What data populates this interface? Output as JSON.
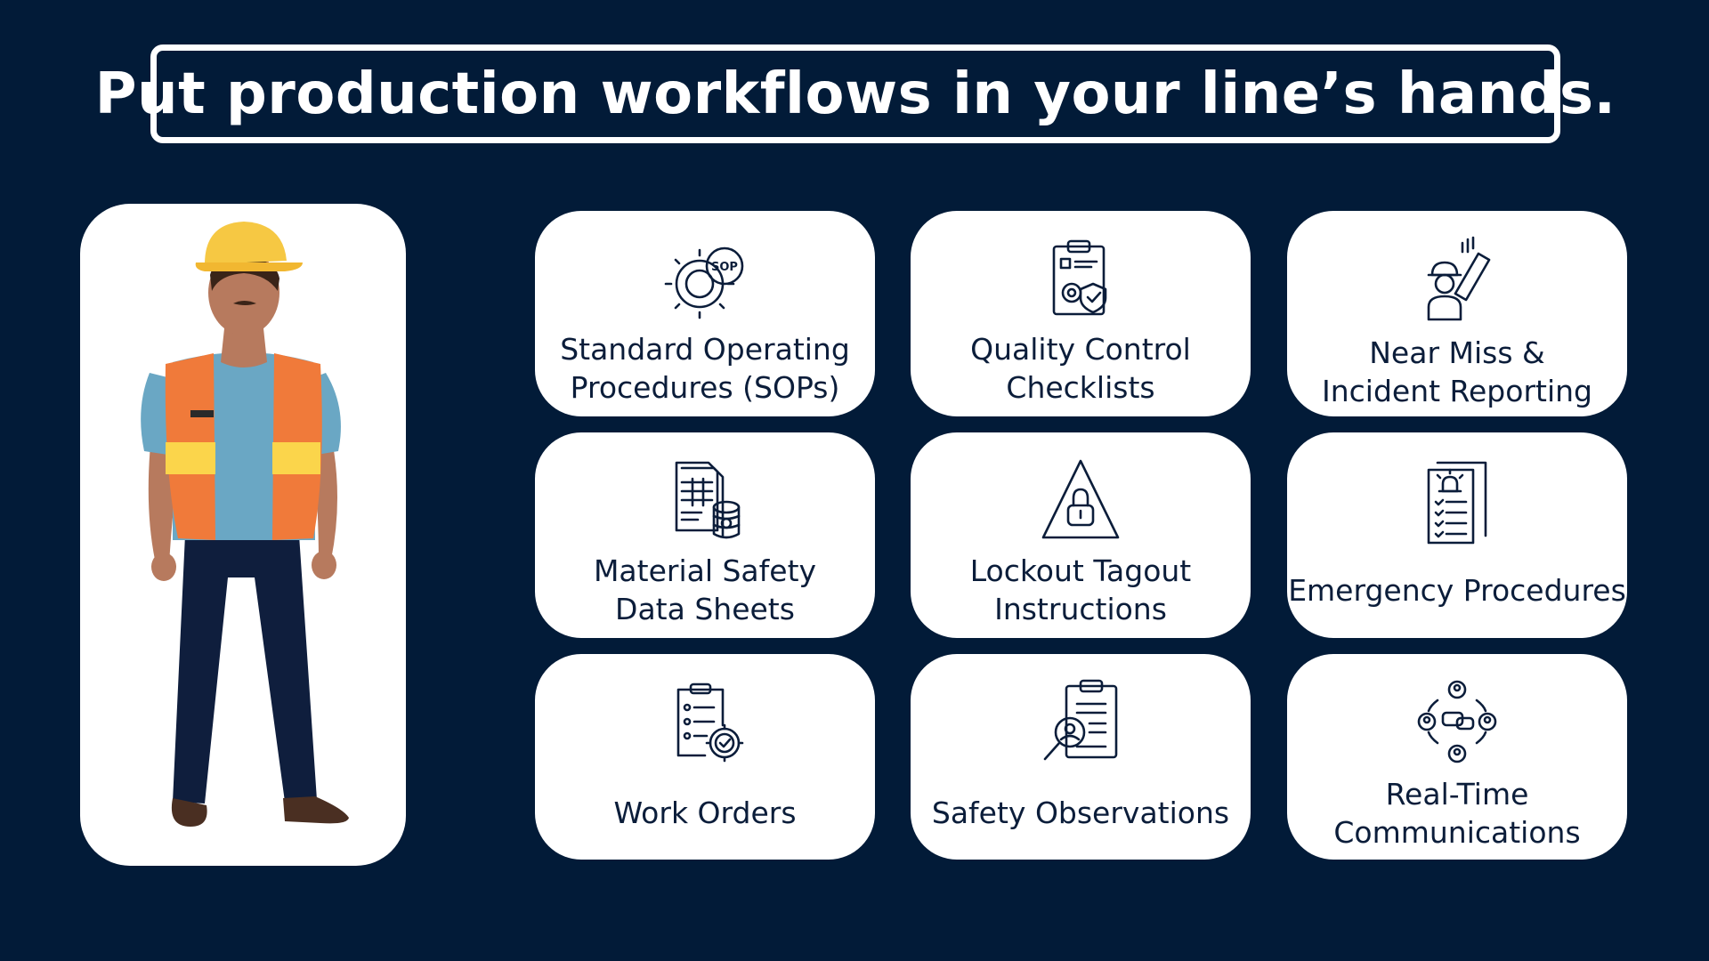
{
  "header": {
    "title": "Put production workflows in your line’s hands."
  },
  "colors": {
    "background": "#021b38",
    "card": "#ffffff",
    "text_dark": "#0b1d3a",
    "hard_hat": "#f6c843",
    "vest": "#f07a3a",
    "vest_stripe": "#fbd54b",
    "shirt": "#6aa7c4",
    "pants": "#0f1e3d"
  },
  "illustration": {
    "icon": "construction-worker-icon"
  },
  "tiles": [
    {
      "label": "Standard Operating\nProcedures (SOPs)",
      "icon": "sop-gear-icon"
    },
    {
      "label": "Quality Control\nChecklists",
      "icon": "clipboard-shield-icon"
    },
    {
      "label": "Near Miss &\nIncident Reporting",
      "icon": "worker-falling-object-icon"
    },
    {
      "label": "Material Safety\nData Sheets",
      "icon": "documents-barrel-icon"
    },
    {
      "label": "Lockout Tagout\nInstructions",
      "icon": "warning-lock-icon"
    },
    {
      "label": "Emergency Procedures",
      "icon": "alarm-document-icon"
    },
    {
      "label": "Work Orders",
      "icon": "checklist-gear-icon"
    },
    {
      "label": "Safety Observations",
      "icon": "clipboard-magnifier-icon"
    },
    {
      "label": "Real-Time\nCommunications",
      "icon": "people-chat-network-icon"
    }
  ]
}
